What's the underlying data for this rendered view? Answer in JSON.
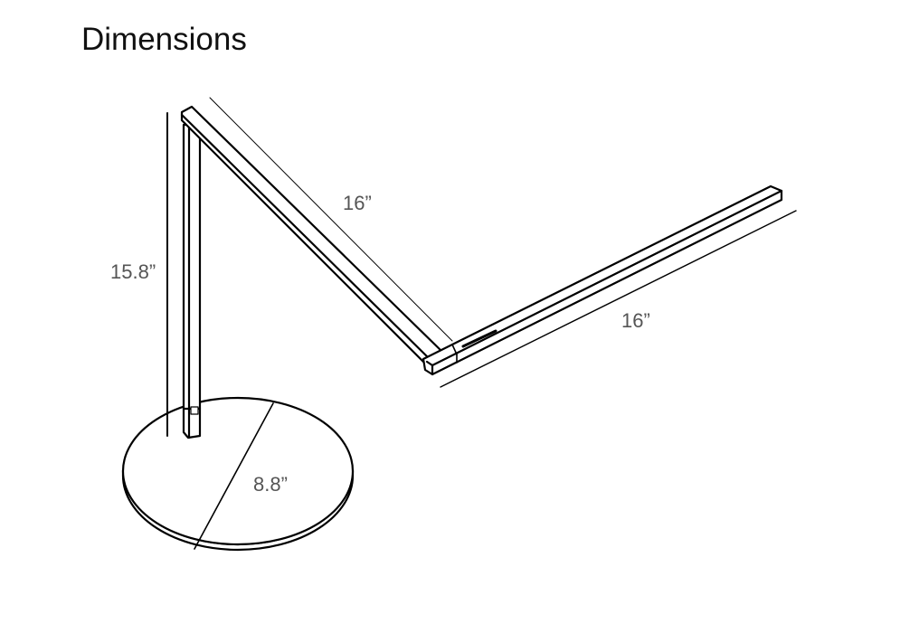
{
  "title": "Dimensions",
  "dimensions": {
    "upper_arm": "16”",
    "height": "15.8”",
    "lower_arm": "16”",
    "base_diameter": "8.8”"
  }
}
